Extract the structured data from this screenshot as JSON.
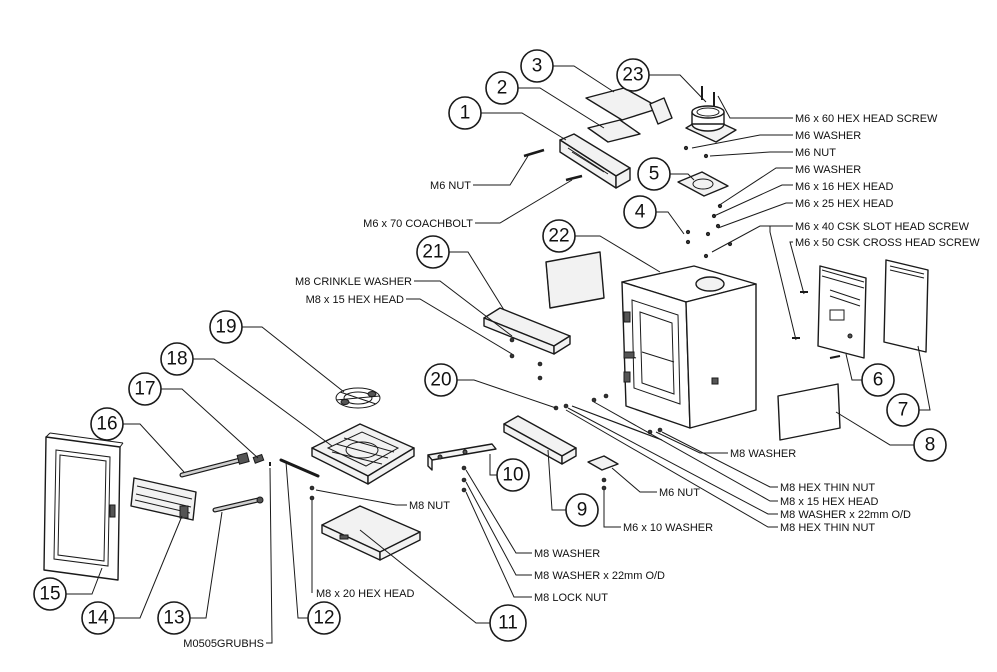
{
  "callouts": [
    "1",
    "2",
    "3",
    "4",
    "5",
    "6",
    "7",
    "8",
    "9",
    "10",
    "11",
    "12",
    "13",
    "14",
    "15",
    "16",
    "17",
    "18",
    "19",
    "20",
    "21",
    "22",
    "23"
  ],
  "labels": {
    "m6_60_hex_screw": "M6 x 60 HEX HEAD SCREW",
    "m6_washer_a": "M6 WASHER",
    "m6_nut_a": "M6 NUT",
    "m6_washer_b": "M6 WASHER",
    "m6_16_hex": "M6 x 16 HEX HEAD",
    "m6_25_hex": "M6 x 25 HEX HEAD",
    "m6_40_csk": "M6 x 40 CSK SLOT HEAD SCREW",
    "m6_50_csk": "M6 x 50 CSK CROSS HEAD SCREW",
    "m6_nut_left": "M6 NUT",
    "m6_70_coachbolt": "M6 x 70 COACHBOLT",
    "m8_crinkle_washer": "M8 CRINKLE WASHER",
    "m8_15_hex_left": "M8 x 15 HEX HEAD",
    "m8_washer_right": "M8 WASHER",
    "m8_hex_thin_nut_a": "M8 HEX THIN NUT",
    "m8_15_hex_right": "M8 x 15 HEX HEAD",
    "m8_washer_22": "M8 WASHER x 22mm O/D",
    "m8_hex_thin_nut_b": "M8 HEX THIN NUT",
    "m6_nut_mid": "M6 NUT",
    "m6_10_washer": "M6 x 10 WASHER",
    "m8_nut": "M8 NUT",
    "m8_washer_low": "M8 WASHER",
    "m8_washer_22_low": "M8 WASHER x 22mm O/D",
    "m8_lock_nut": "M8 LOCK NUT",
    "m8_20_hex": "M8 x 20 HEX HEAD",
    "m0505grubhs": "M0505GRUBHS"
  }
}
